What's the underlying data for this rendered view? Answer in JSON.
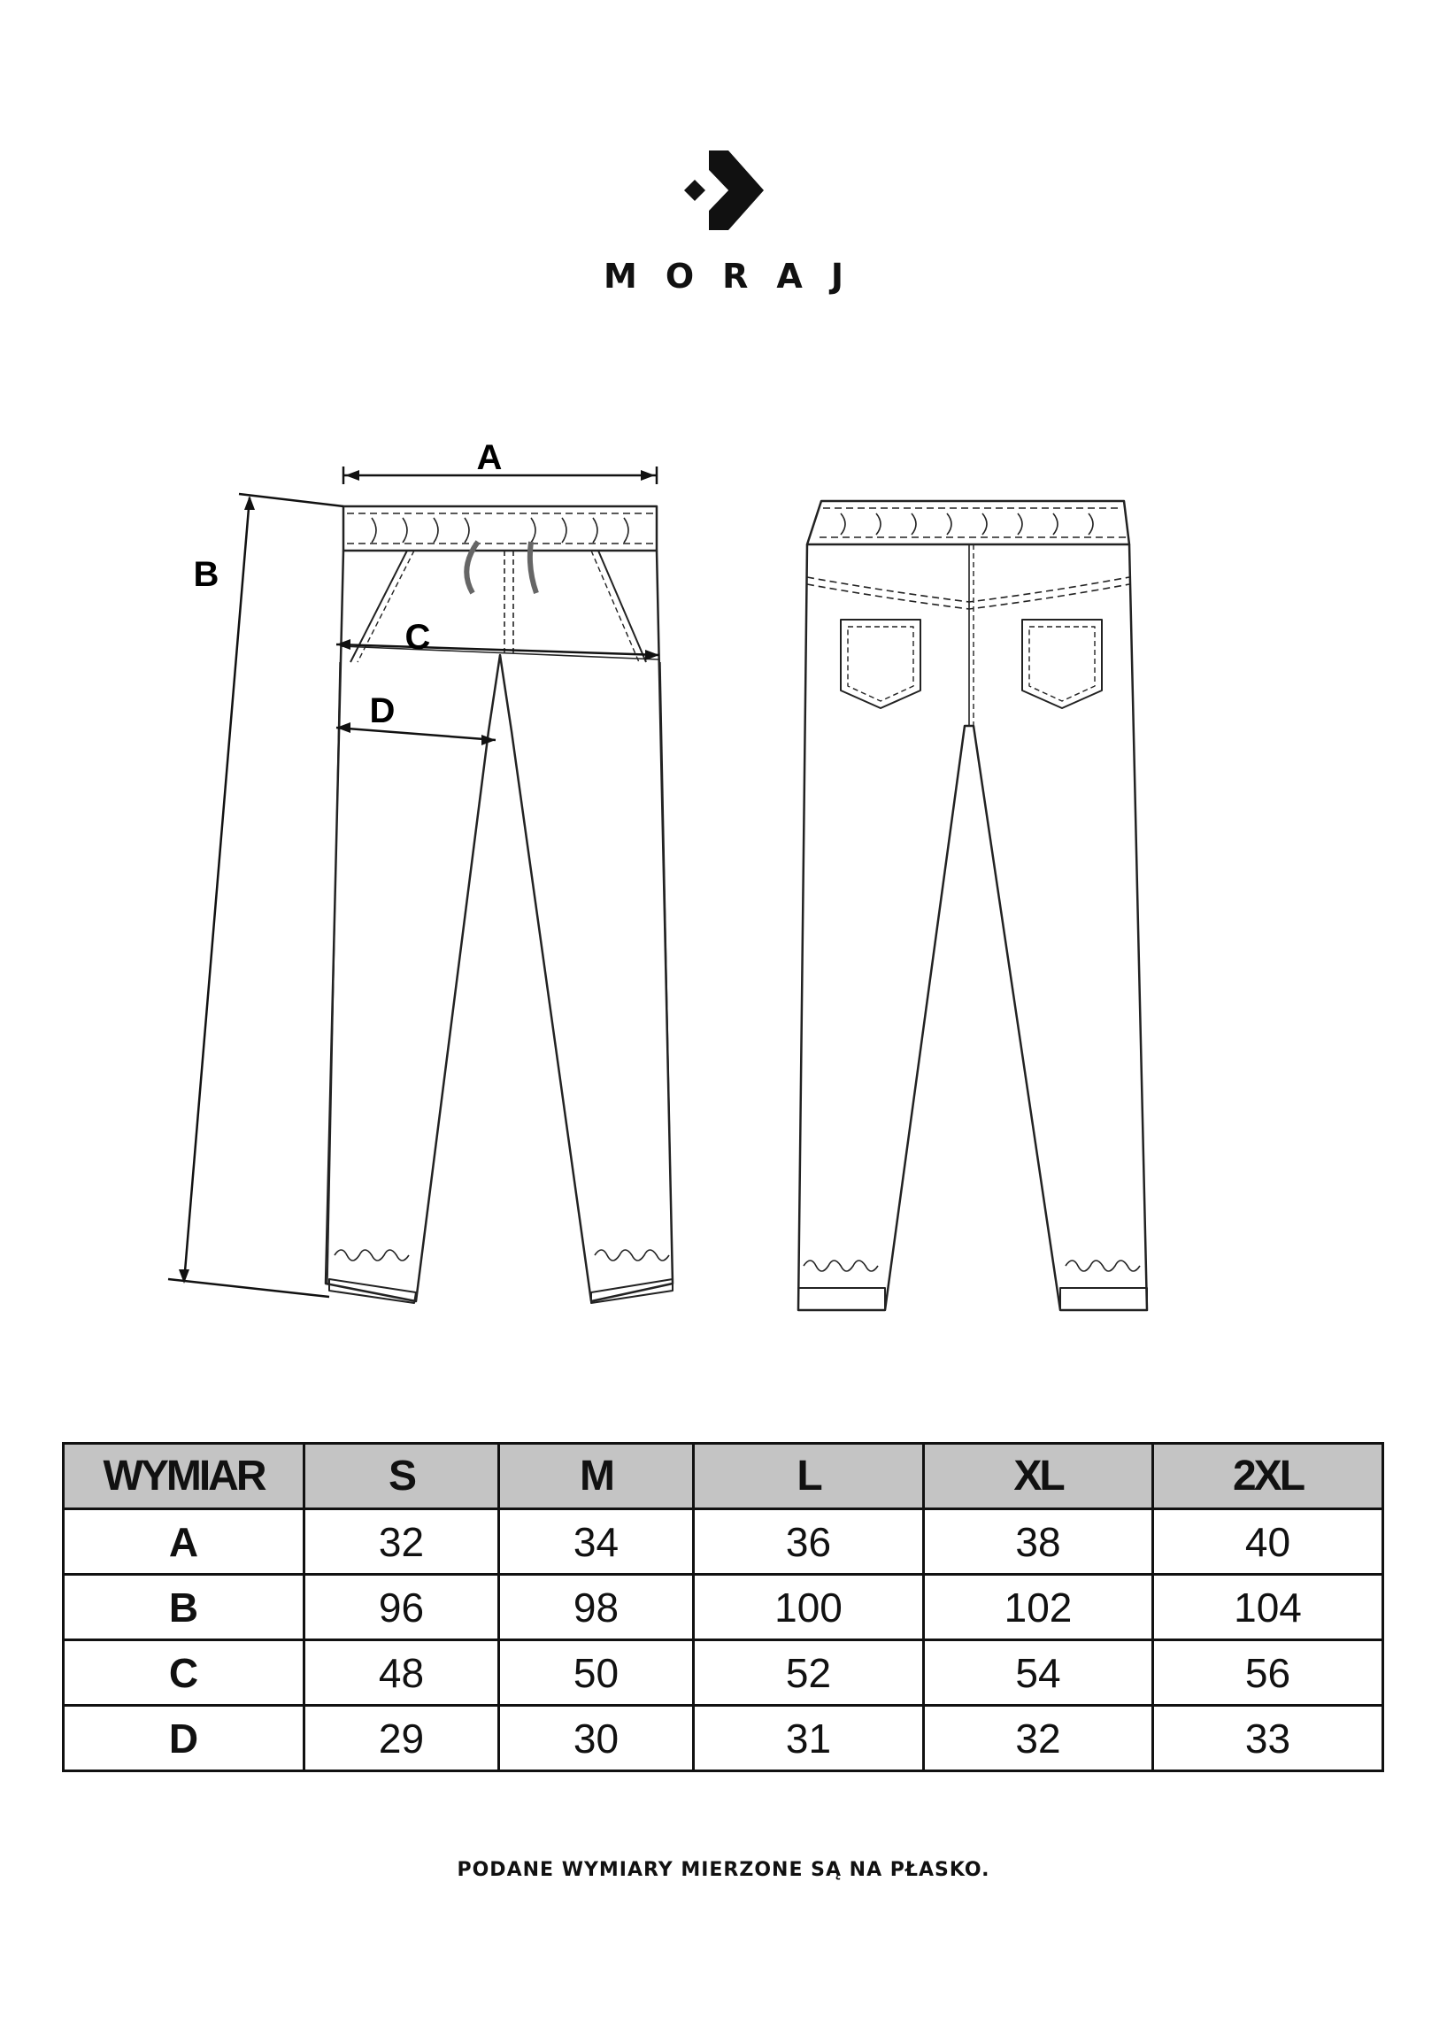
{
  "brand": {
    "name": "MORAJ",
    "logo_icon": "moraj-chevron-logo-icon"
  },
  "diagram": {
    "labels": {
      "a": "A",
      "b": "B",
      "c": "C",
      "d": "D"
    },
    "views": [
      "pants-front-view",
      "pants-back-view"
    ]
  },
  "table": {
    "header": [
      "WYMIAR",
      "S",
      "M",
      "L",
      "XL",
      "2XL"
    ],
    "rows": [
      {
        "label": "A",
        "values": [
          "32",
          "34",
          "36",
          "38",
          "40"
        ]
      },
      {
        "label": "B",
        "values": [
          "96",
          "98",
          "100",
          "102",
          "104"
        ]
      },
      {
        "label": "C",
        "values": [
          "48",
          "50",
          "52",
          "54",
          "56"
        ]
      },
      {
        "label": "D",
        "values": [
          "29",
          "30",
          "31",
          "32",
          "33"
        ]
      }
    ]
  },
  "note": "PODANE WYMIARY MIERZONE SĄ NA PŁASKO."
}
